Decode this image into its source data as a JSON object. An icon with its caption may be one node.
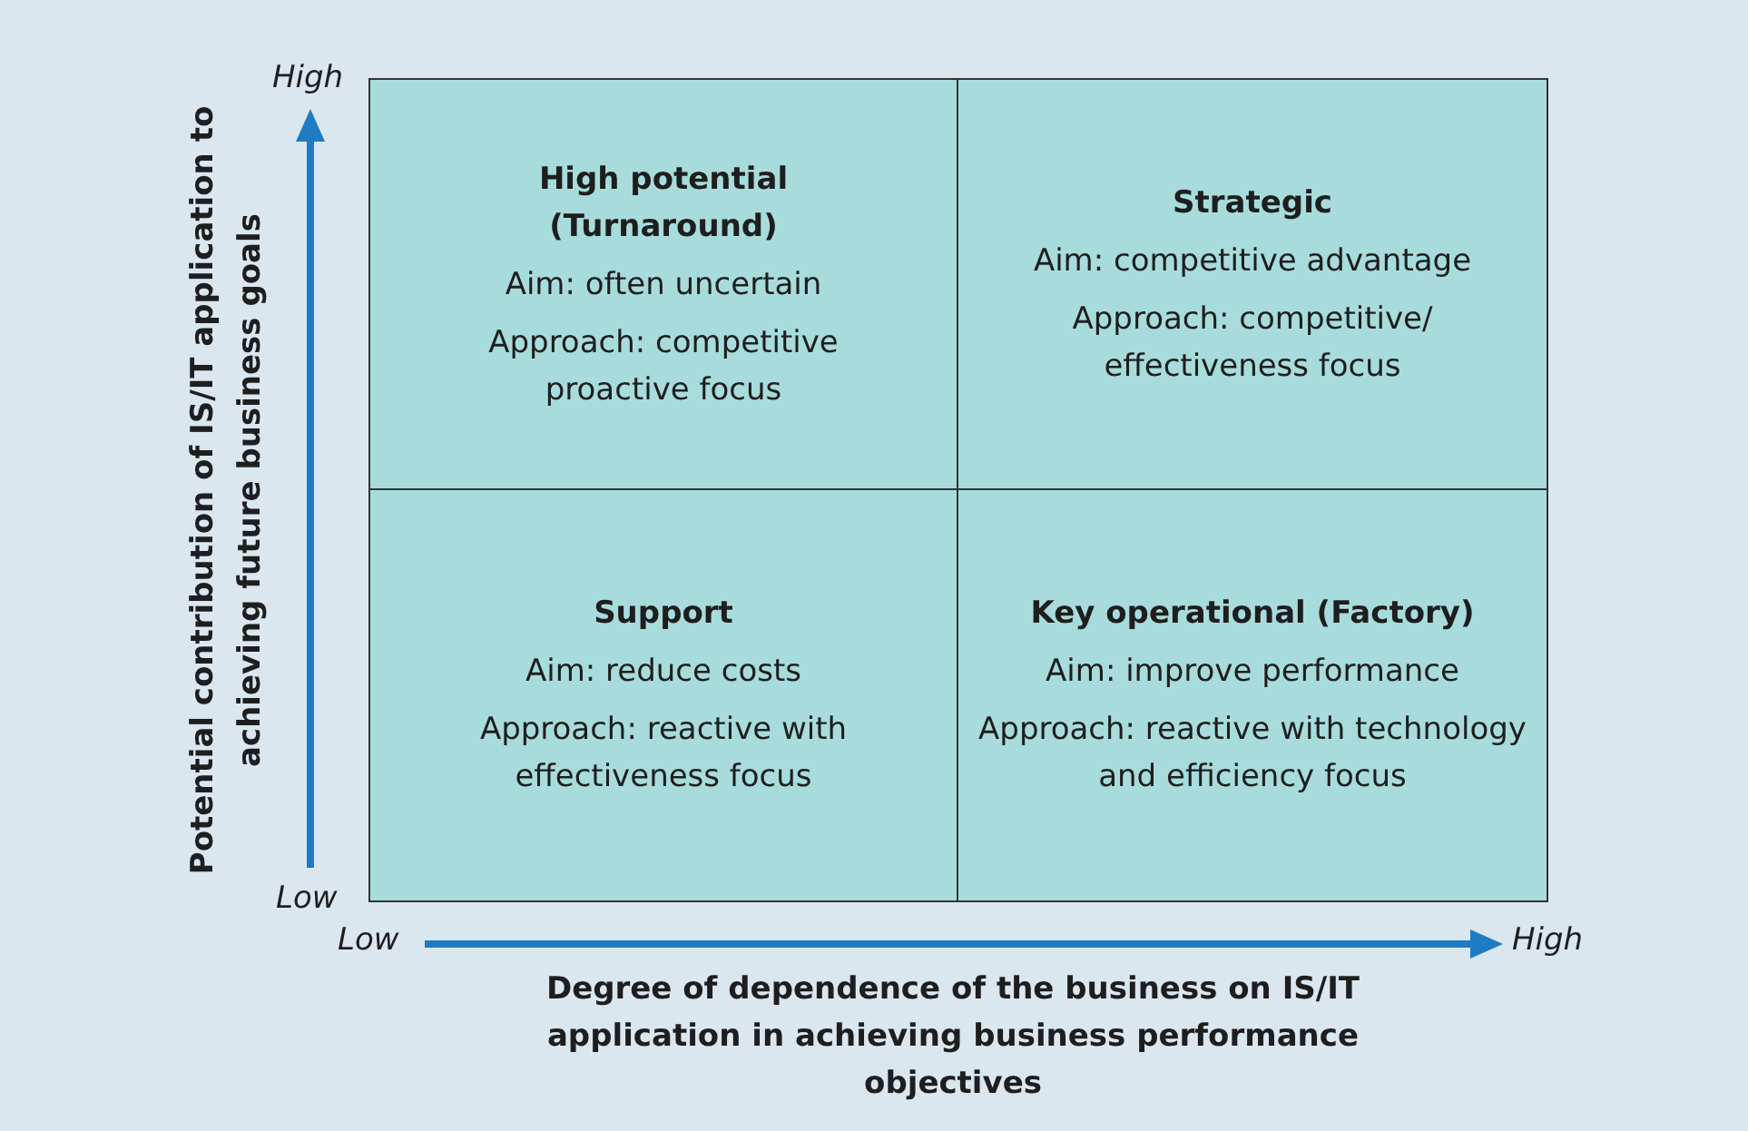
{
  "diagram": {
    "nodes": [
      {
        "text": [
          "High potential (Turnaround)",
          "Aim: often uncertain",
          "Approach: competitive proactive focus"
        ]
      },
      {
        "text": [
          "Strategic",
          "Aim: competitive advantage",
          "Approach: competitive/ effectiveness focus"
        ]
      },
      {
        "text": [
          "Support",
          "Aim: reduce costs",
          "Approach: reactive with effectiveness focus"
        ]
      },
      {
        "text": [
          "Key operational (Factory)",
          "Aim: improve performance",
          "Approach: reactive with technology and efficiency focus"
        ]
      }
    ],
    "labels": [
      "High",
      "Low",
      "Low",
      "High",
      "Potential contribution of IS/IT application to achieving future business goals",
      "Degree of dependence of the business on IS/IT application in achieving business performance objectives"
    ]
  }
}
